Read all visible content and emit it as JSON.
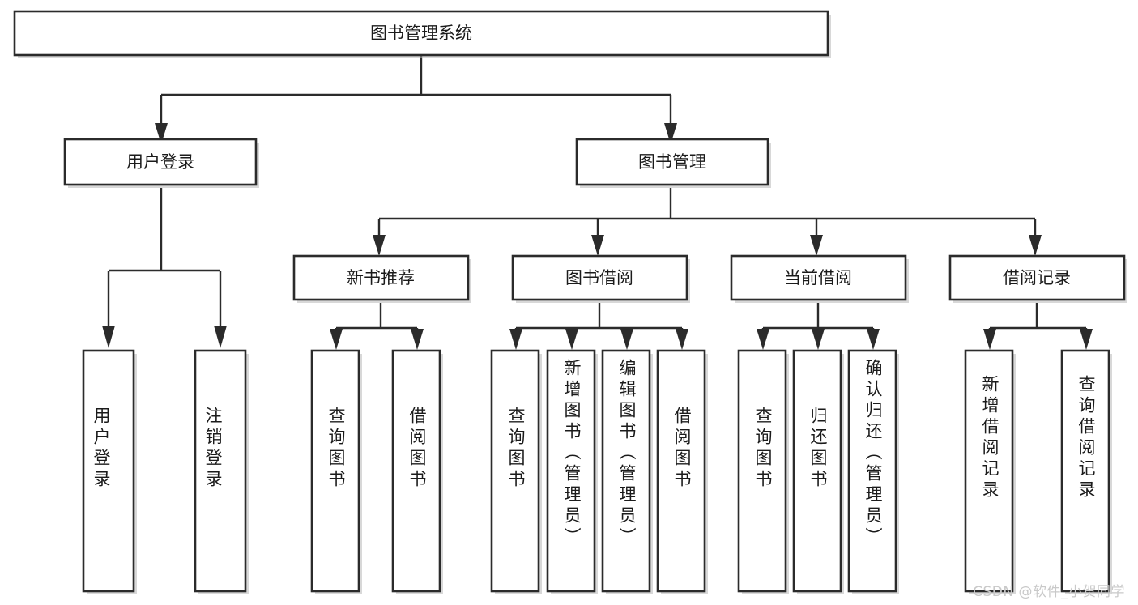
{
  "diagram": {
    "title": "图书管理系统",
    "type": "tree-hierarchy-diagram",
    "orientation": "top-down",
    "colors": {
      "box_stroke": "#2b2b2b",
      "box_fill": "#ffffff",
      "edge": "#2b2b2b",
      "text": "#1b1b1b",
      "watermark": "#c9c9c9",
      "background": "#ffffff"
    }
  },
  "root": {
    "label": "图书管理系统"
  },
  "level2": [
    {
      "label": "用户登录"
    },
    {
      "label": "图书管理"
    }
  ],
  "level3": [
    {
      "label": "新书推荐"
    },
    {
      "label": "图书借阅"
    },
    {
      "label": "当前借阅"
    },
    {
      "label": "借阅记录"
    }
  ],
  "leaves": {
    "user_login": [
      {
        "label": "用户登录"
      },
      {
        "label": "注销登录"
      }
    ],
    "new_book": [
      {
        "label": "查询图书"
      },
      {
        "label": "借阅图书"
      }
    ],
    "book_borrow": [
      {
        "label": "查询图书"
      },
      {
        "label": "新增图书（管理员）"
      },
      {
        "label": "编辑图书（管理员）"
      },
      {
        "label": "借阅图书"
      }
    ],
    "current_borrow": [
      {
        "label": "查询图书"
      },
      {
        "label": "归还图书"
      },
      {
        "label": "确认归还（管理员）"
      }
    ],
    "borrow_record": [
      {
        "label": "新增借阅记录"
      },
      {
        "label": "查询借阅记录"
      }
    ]
  },
  "watermark": {
    "text": "CSDN @软件_小贺同学"
  }
}
